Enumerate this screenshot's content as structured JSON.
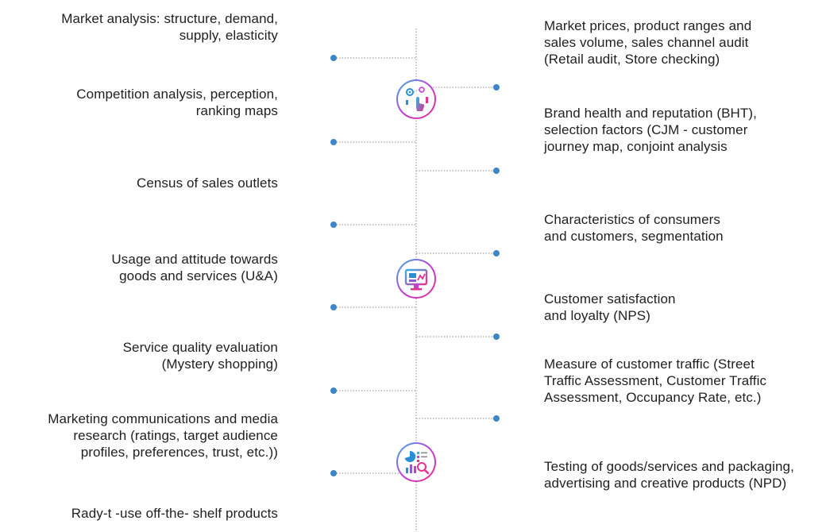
{
  "colors": {
    "line": "#8a8a8a",
    "dot": "#3b86c8",
    "grad_start": "#2bb6e8",
    "grad_mid": "#c13fd6",
    "grad_end": "#e5338f"
  },
  "icons": [
    "research-process-icon",
    "monitor-analytics-icon",
    "report-analysis-icon"
  ],
  "left_items": [
    {
      "text": "Market analysis: structure, demand,\nsupply, elasticity"
    },
    {
      "text": "Competition analysis, perception,\nranking maps"
    },
    {
      "text": "Census of sales outlets"
    },
    {
      "text": "Usage and attitude towards\ngoods and services (U&A)"
    },
    {
      "text": "Service quality evaluation\n(Mystery shopping)"
    },
    {
      "text": "Marketing communications and media\nresearch (ratings, target audience\nprofiles, preferences, trust, etc.))"
    },
    {
      "text": "Rady-t -use off-the- shelf products"
    }
  ],
  "right_items": [
    {
      "text": "Market prices, product ranges and\nsales volume, sales channel audit\n(Retail audit, Store checking)"
    },
    {
      "text": "Brand health and reputation (BHT),\nselection factors (CJM - customer\njourney map, conjoint analysis"
    },
    {
      "text": "Characteristics of consumers\nand customers, segmentation"
    },
    {
      "text": "Customer    satisfaction\nand loyalty (NPS)"
    },
    {
      "text": "Measure of customer traffic (Street\nTraffic Assessment, Customer Traffic\nAssessment, Occupancy Rate, etc.)"
    },
    {
      "text": "Testing of goods/services and packaging,\nadvertising and creative products (NPD)"
    }
  ]
}
